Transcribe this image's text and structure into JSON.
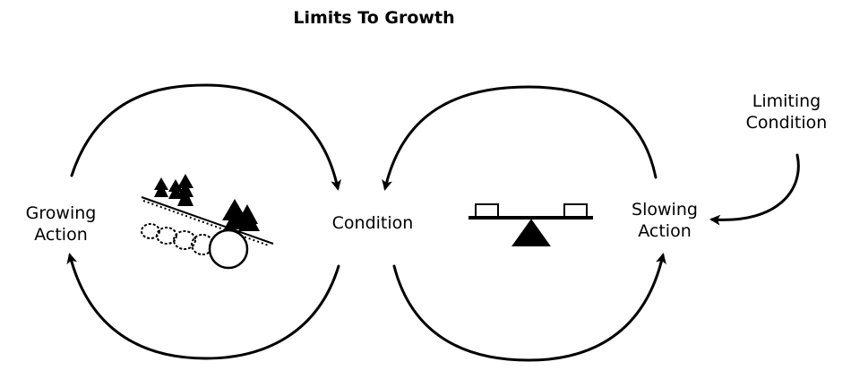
{
  "title": "Limits To Growth",
  "nodes": {
    "growing_action": [
      "Growing",
      "Action"
    ],
    "condition": "Condition",
    "slowing_action": [
      "Slowing",
      "Action"
    ],
    "limiting_condition": [
      "Limiting",
      "Condition"
    ]
  },
  "loops": [
    {
      "name": "reinforcing",
      "icon": "snowball-icon"
    },
    {
      "name": "balancing",
      "icon": "balance-seesaw-icon"
    }
  ],
  "colors": {
    "stroke": "#000000",
    "background": "#ffffff"
  }
}
